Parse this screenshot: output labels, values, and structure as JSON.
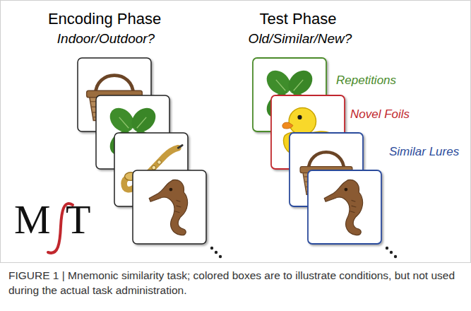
{
  "diagram": {
    "caption": "FIGURE 1 | Mnemonic similarity task; colored boxes are to illustrate conditions, but not used during the actual task administration.",
    "labels": [
      "Encoding Phase",
      "Indoor/Outdoor?",
      "Test Phase",
      "Old/Similar/New?",
      "M",
      "T",
      "Repetitions",
      "Novel Foils",
      "Similar Lures"
    ]
  }
}
